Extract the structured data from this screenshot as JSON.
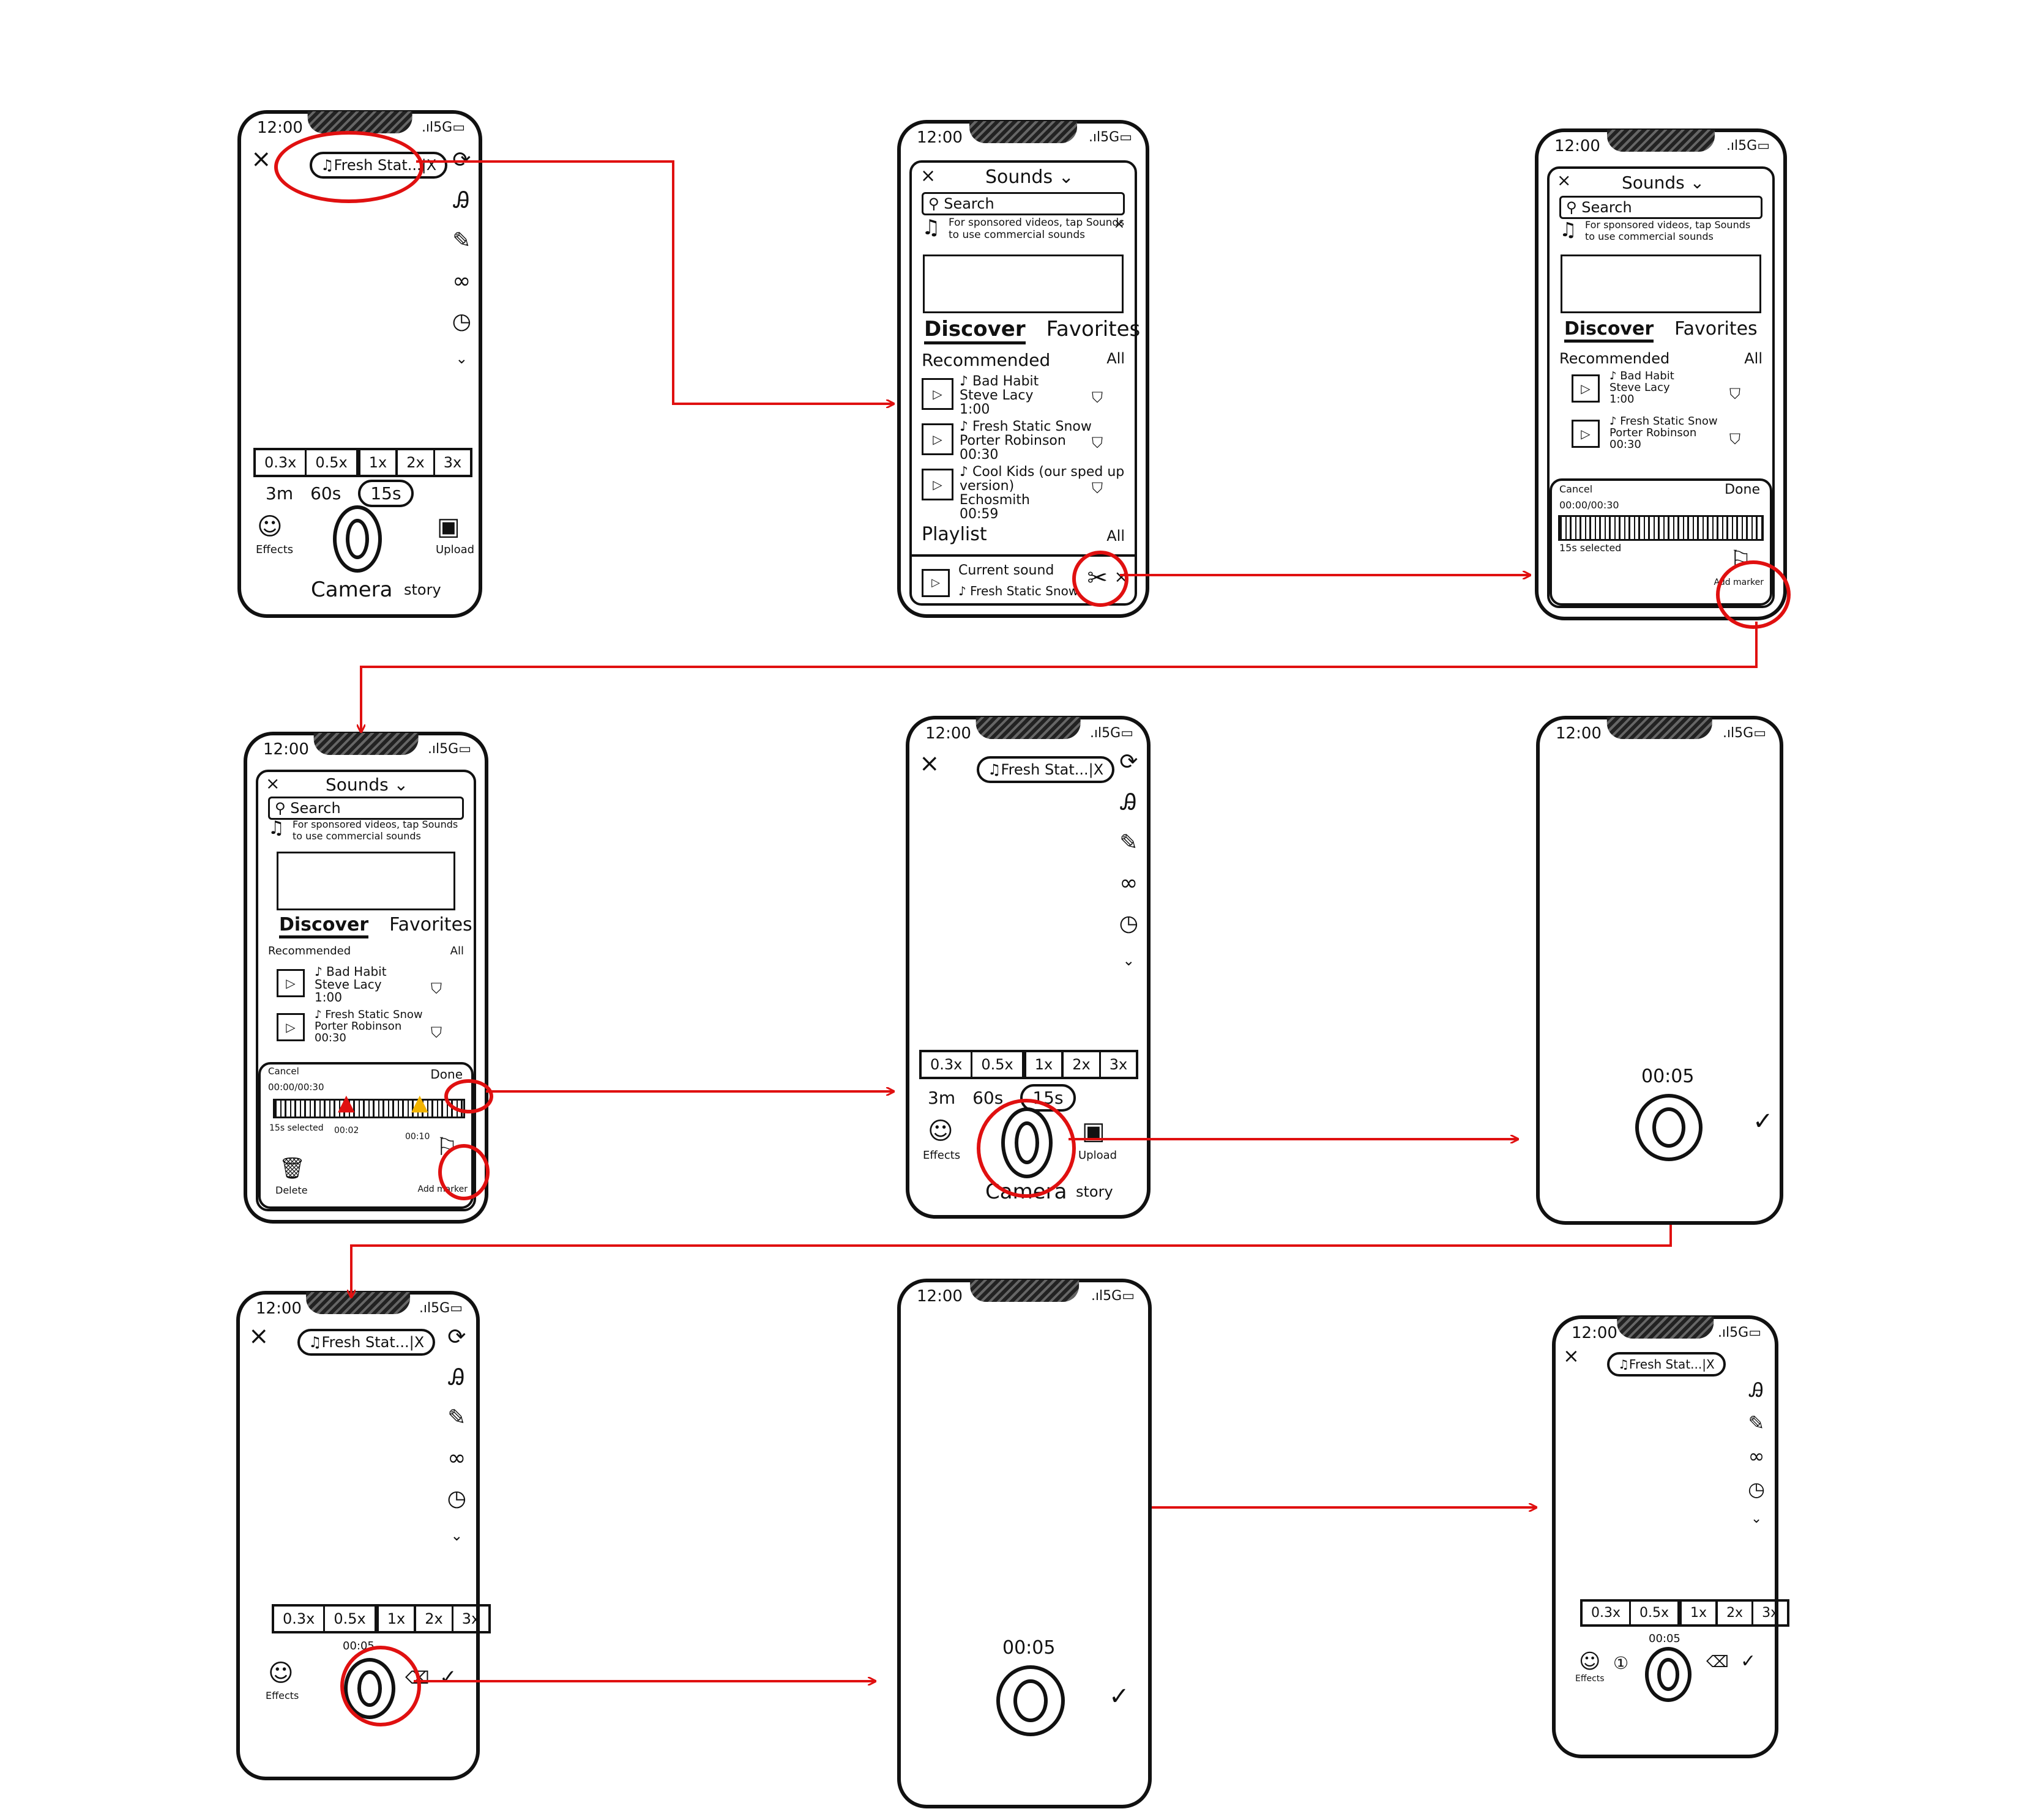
{
  "status": {
    "time": "12:00",
    "signal": ".ıl5G▭"
  },
  "camera": {
    "sound_pill": "♫Fresh Stat...|X",
    "speeds": [
      "0.3x",
      "0.5x",
      "1x",
      "2x",
      "3x"
    ],
    "durations": [
      "3m",
      "60s",
      "15s"
    ],
    "effects_label": "Effects",
    "upload_label": "Upload",
    "camera_label": "Camera",
    "story_label": "story"
  },
  "sounds": {
    "title": "Sounds ⌄",
    "search_placeholder": "Search",
    "banner": "For sponsored videos, tap Sounds to use commercial sounds",
    "tab_discover": "Discover",
    "tab_favorites": "Favorites",
    "recommended": "Recommended",
    "all": "All",
    "tracks": [
      {
        "title": "♪ Bad Habit",
        "artist": "Steve Lacy",
        "time": "1:00"
      },
      {
        "title": "♪ Fresh Static Snow",
        "artist": "Porter Robinson",
        "time": "00:30"
      },
      {
        "title": "♪ Cool Kids (our sped up version)",
        "artist": "Echosmith",
        "time": "00:59"
      }
    ],
    "playlist": "Playlist",
    "current_sound": "Current sound",
    "current_track": "♪ Fresh Static Snow"
  },
  "trim": {
    "cancel": "Cancel",
    "done": "Done",
    "time": "00:00/00:30",
    "selected": "15s selected",
    "add_marker": "Add marker",
    "delete": "Delete",
    "marker1": "00:02",
    "marker2": "00:10"
  },
  "recording": {
    "countdown": "00:05"
  }
}
